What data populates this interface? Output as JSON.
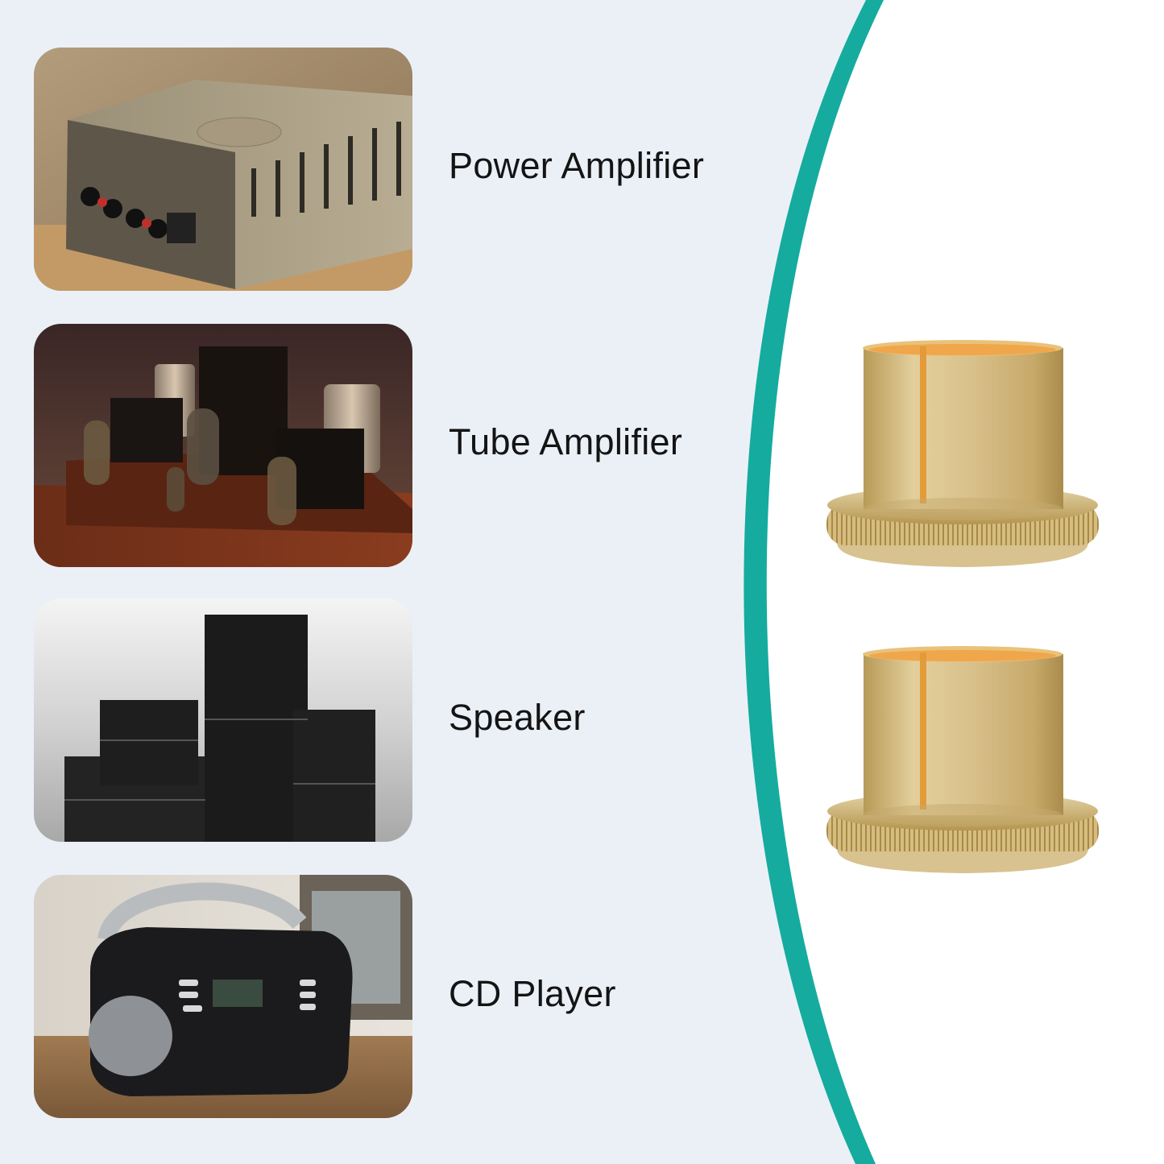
{
  "colors": {
    "background": "#ebf0f7",
    "teal_band": "#16ab9f",
    "white_panel": "#ffffff",
    "gold": "#d2b978"
  },
  "applications": [
    {
      "label": "Power Amplifier",
      "image": "power-amplifier-photo"
    },
    {
      "label": "Tube Amplifier",
      "image": "tube-amplifier-photo"
    },
    {
      "label": "Speaker",
      "image": "speaker-photo"
    },
    {
      "label": "CD Player",
      "image": "cd-player-photo"
    }
  ],
  "product": {
    "name": "gold-plated-caps",
    "count": 2
  }
}
